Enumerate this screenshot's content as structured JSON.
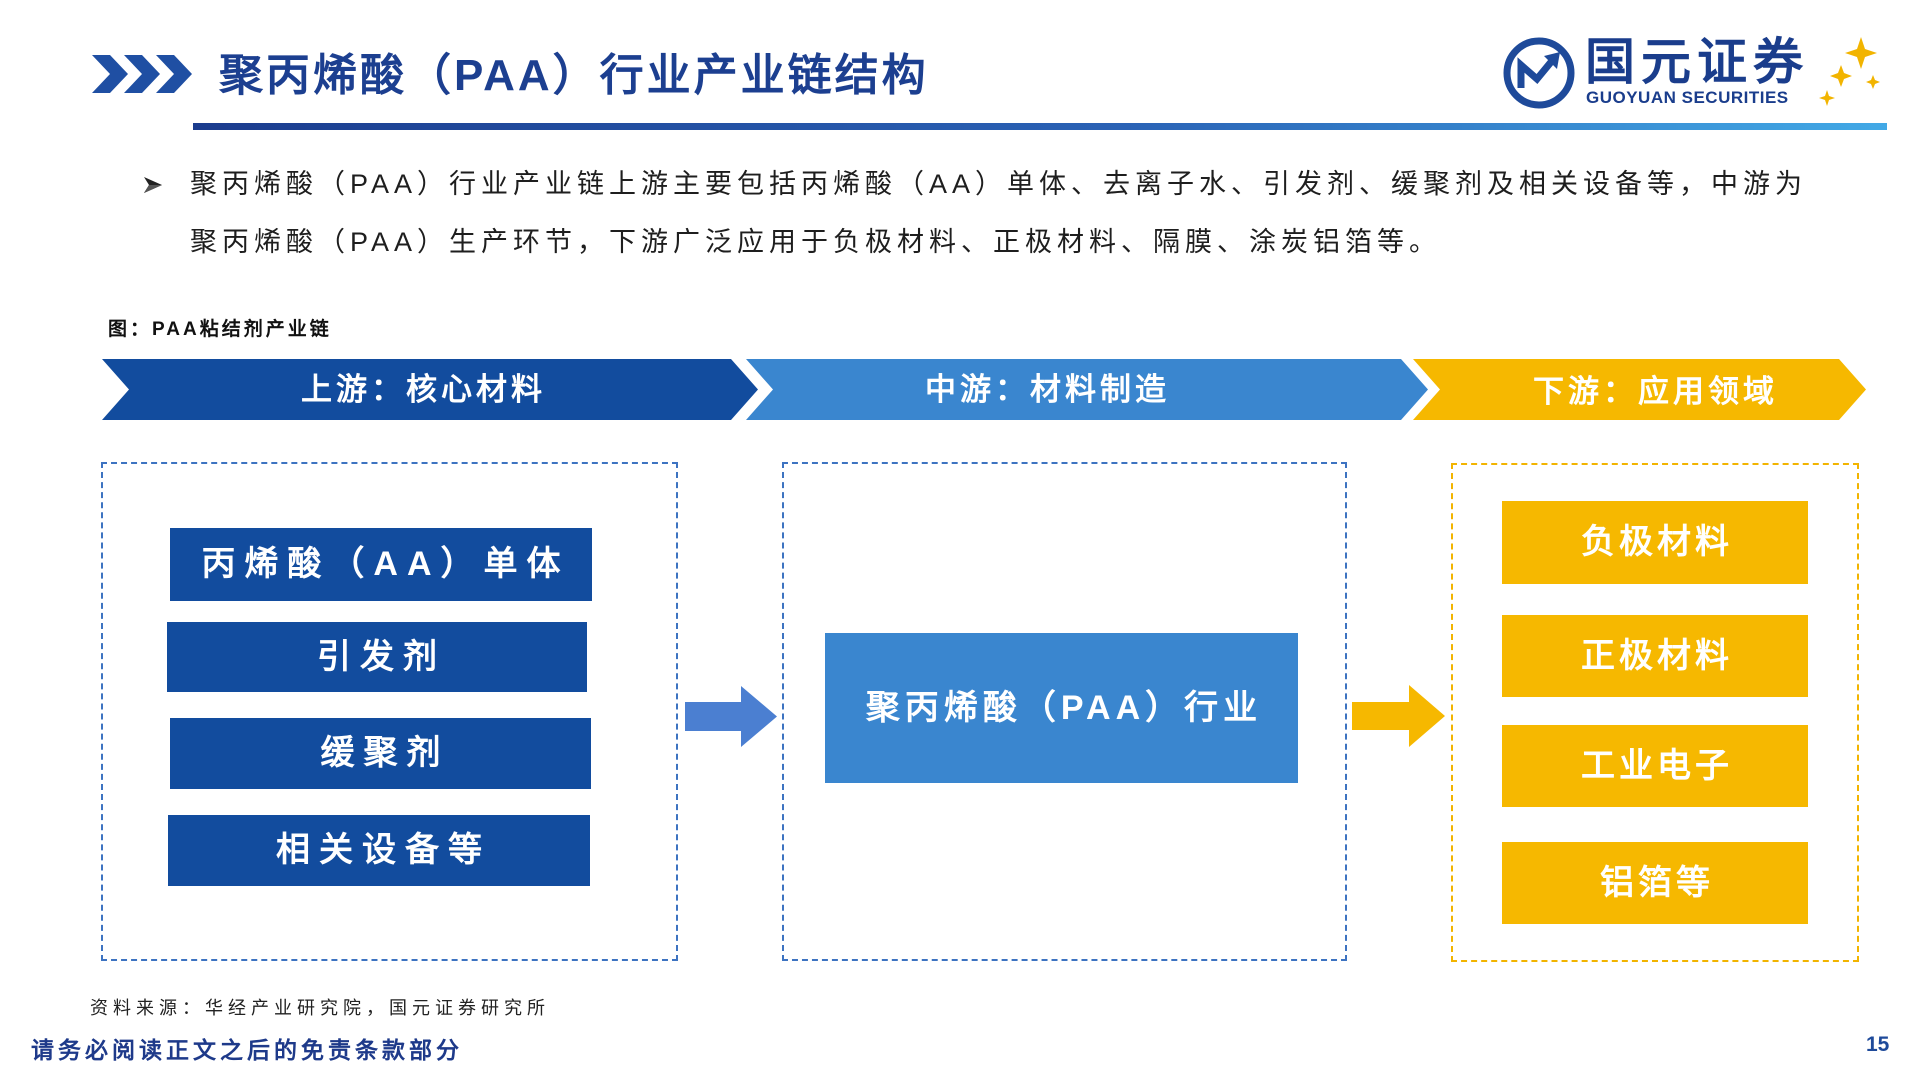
{
  "header": {
    "title": "聚丙烯酸（PAA）行业产业链结构",
    "logo": {
      "name_cn": "国元证券",
      "name_en": "GUOYUAN SECURITIES",
      "emblem_icon": "guoyuan-logo-emblem",
      "decoration_icon": "gold-stars"
    },
    "title_icon": "triple-chevron-right"
  },
  "summary": {
    "bullet_icon": "arrowhead-bullet",
    "lines": [
      "聚丙烯酸（PAA）行业产业链上游主要包括丙烯酸（AA）单体、去离子水、引发剂、缓聚剂及相关设备等，中游为",
      "聚丙烯酸（PAA）生产环节，下游广泛应用于负极材料、正极材料、隔膜、涂炭铝箔等。"
    ]
  },
  "figure": {
    "caption": "图：PAA粘结剂产业链",
    "stages": [
      {
        "label": "上游：核心材料",
        "items": [
          "丙烯酸（AA）单体",
          "引发剂",
          "缓聚剂",
          "相关设备等"
        ]
      },
      {
        "label": "中游：材料制造",
        "items": [
          "聚丙烯酸（PAA）行业"
        ]
      },
      {
        "label": "下游：应用领域",
        "items": [
          "负极材料",
          "正极材料",
          "工业电子",
          "铝箔等"
        ]
      }
    ],
    "arrows": [
      "right-arrow-blue",
      "right-arrow-gold"
    ],
    "source": "资料来源：华经产业研究院，国元证券研究所"
  },
  "footer": {
    "disclaimer": "请务必阅读正文之后的免责条款部分",
    "page_number": "15"
  },
  "colors": {
    "title": "#1c3f90",
    "upstream": "#124c9e",
    "midstream": "#3a86cf",
    "downstream": "#f6b800",
    "arrow_blue": "#4b7fd1",
    "dash_blue": "#3d73c1",
    "dash_gold": "#f2b400"
  }
}
